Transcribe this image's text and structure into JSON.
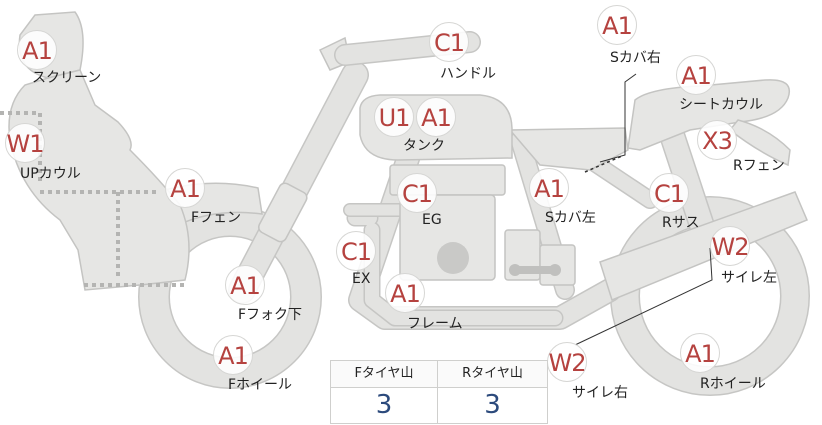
{
  "grades": {
    "screen": "A1",
    "handle": "C1",
    "s_cover_right": "A1",
    "seat_cowl": "A1",
    "tank_a": "U1",
    "tank_b": "A1",
    "up_cowl": "W1",
    "r_fender": "X3",
    "f_fender": "A1",
    "engine": "C1",
    "s_cover_left": "A1",
    "r_suspension": "C1",
    "exhaust": "C1",
    "frame": "A1",
    "f_fork_lower": "A1",
    "side_stand_left": "W2",
    "side_stand_right": "W2",
    "f_wheel": "A1",
    "r_wheel": "A1"
  },
  "labels": {
    "screen": "スクリーン",
    "handle": "ハンドル",
    "s_cover_right": "Sカバ右",
    "seat_cowl": "シートカウル",
    "tank": "タンク",
    "up_cowl": "UPカウル",
    "r_fender": "Rフェン",
    "f_fender": "Fフェン",
    "engine": "EG",
    "s_cover_left": "Sカバ左",
    "r_suspension": "Rサス",
    "exhaust": "EX",
    "frame": "フレーム",
    "f_fork_lower": "Fフォク下",
    "side_stand_left": "サイレ左",
    "side_stand_right": "サイレ右",
    "f_wheel": "Fホイール",
    "r_wheel": "Rホイール"
  },
  "tread": {
    "front_header": "Fタイヤ山",
    "rear_header": "Rタイヤ山",
    "front_value": "3",
    "rear_value": "3"
  }
}
